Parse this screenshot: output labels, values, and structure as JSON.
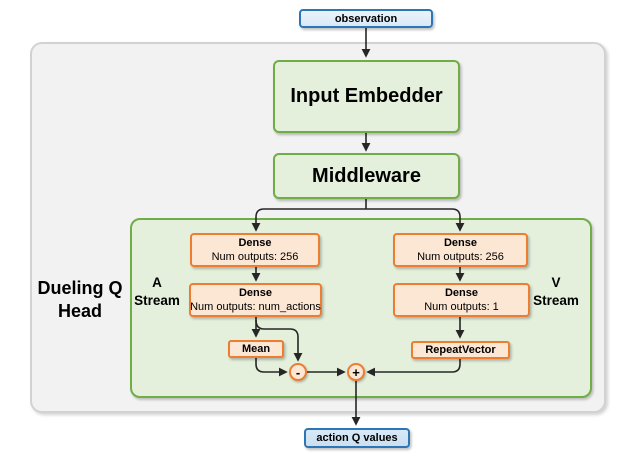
{
  "diagram": {
    "observation_label": "observation",
    "input_embedder_label": "Input Embedder",
    "middleware_label": "Middleware",
    "head_label": {
      "line1": "Dueling Q",
      "line2": "Head"
    },
    "a_stream_label": {
      "line1": "A",
      "line2": "Stream"
    },
    "v_stream_label": {
      "line1": "V",
      "line2": "Stream"
    },
    "a_dense1": {
      "title": "Dense",
      "subtitle": "Num outputs: 256"
    },
    "a_dense2": {
      "title": "Dense",
      "subtitle": "Num outputs: num_actions"
    },
    "v_dense1": {
      "title": "Dense",
      "subtitle": "Num outputs: 256"
    },
    "v_dense2": {
      "title": "Dense",
      "subtitle": "Num outputs: 1"
    },
    "mean_label": "Mean",
    "repeat_vector_label": "RepeatVector",
    "minus_operator": "-",
    "plus_operator": "+",
    "action_q_label": "action Q values"
  },
  "colors": {
    "blue_border": "#2e75b6",
    "blue_fill_top": "#eaf3fb",
    "blue_fill": "#d8eaf8",
    "blue_fill_deep": "#cbdff1",
    "green_border": "#70ad47",
    "green_fill": "#e4f0dc",
    "orange_border": "#ed7d31",
    "orange_fill": "#fce6d4",
    "gray_fill": "#f2f2f2",
    "gray_border": "#d2d2d2",
    "line": "#262626"
  }
}
